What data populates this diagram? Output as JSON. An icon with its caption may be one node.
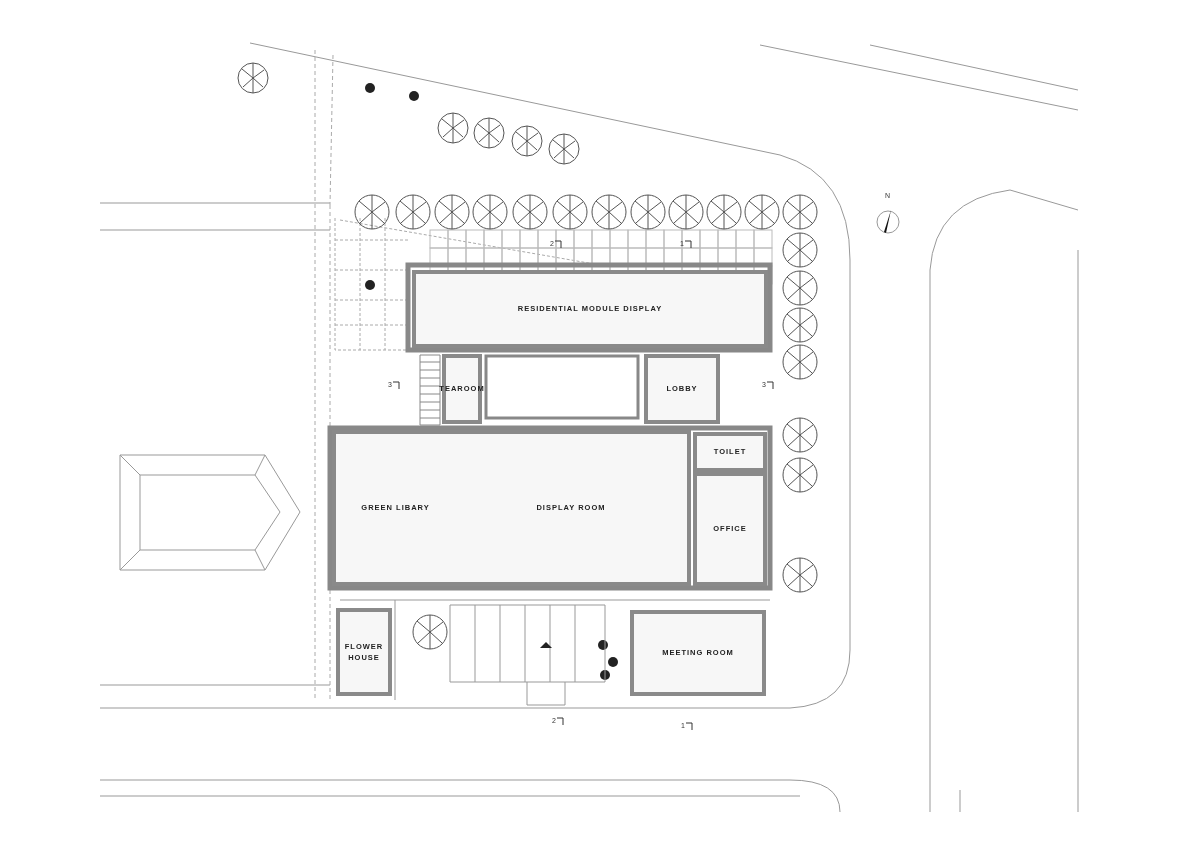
{
  "diagram": {
    "nodes": [
      {
        "text": [
          "RESIDENTIAL MODULE DISPLAY"
        ]
      },
      {
        "text": [
          "TEAROOM"
        ]
      },
      {
        "text": [
          "LOBBY"
        ]
      },
      {
        "text": [
          "GREEN LIBARY"
        ]
      },
      {
        "text": [
          "DISPLAY ROOM"
        ]
      },
      {
        "text": [
          "TOILET"
        ]
      },
      {
        "text": [
          "OFFICE"
        ]
      },
      {
        "text": [
          "FLOWER HOUSE"
        ]
      },
      {
        "text": [
          "MEETING ROOM"
        ]
      }
    ],
    "edges": [],
    "labels": [
      "N",
      "2",
      "1",
      "3",
      "3",
      "2",
      "1"
    ]
  }
}
